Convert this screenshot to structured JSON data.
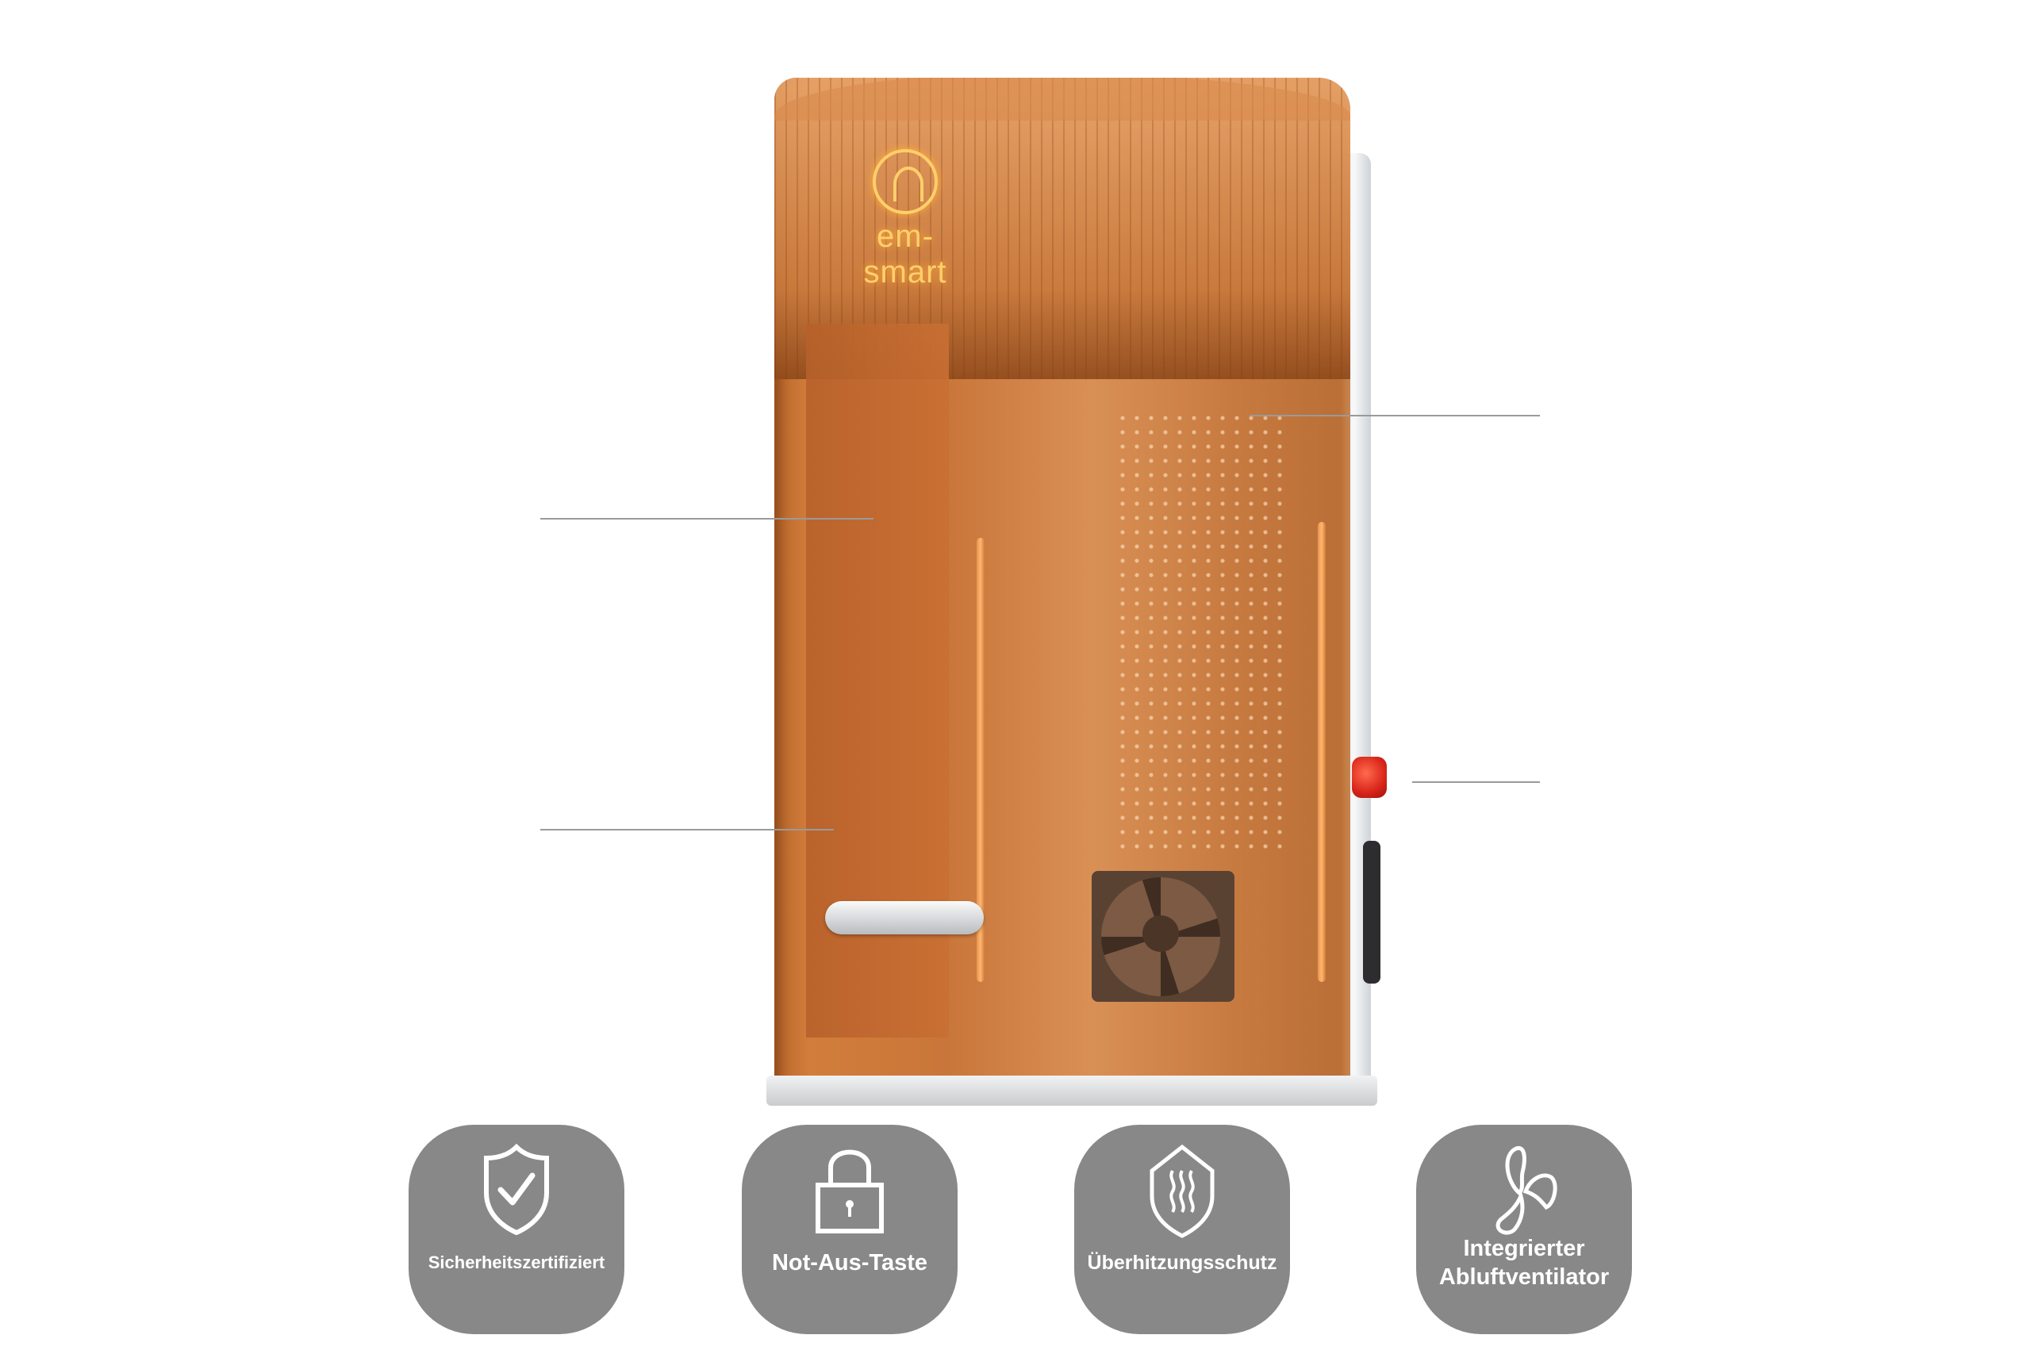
{
  "product": {
    "brand_logo_text": "em-smart"
  },
  "features": [
    {
      "icon": "shield-check-icon",
      "label": "Sicherheitszertifiziert"
    },
    {
      "icon": "padlock-icon",
      "label": "Not-Aus-Taste"
    },
    {
      "icon": "heat-shield-icon",
      "label": "Überhitzungsschutz"
    },
    {
      "icon": "fan-icon",
      "label_line1": "Integrierter",
      "label_line2": "Abluftventilator"
    }
  ],
  "colors": {
    "card_background": "#888888",
    "card_text": "#ffffff",
    "enclosure_orange": "#d27d3b",
    "logo_glow": "#ffcf6a",
    "leader_line": "#9a9a9a"
  }
}
